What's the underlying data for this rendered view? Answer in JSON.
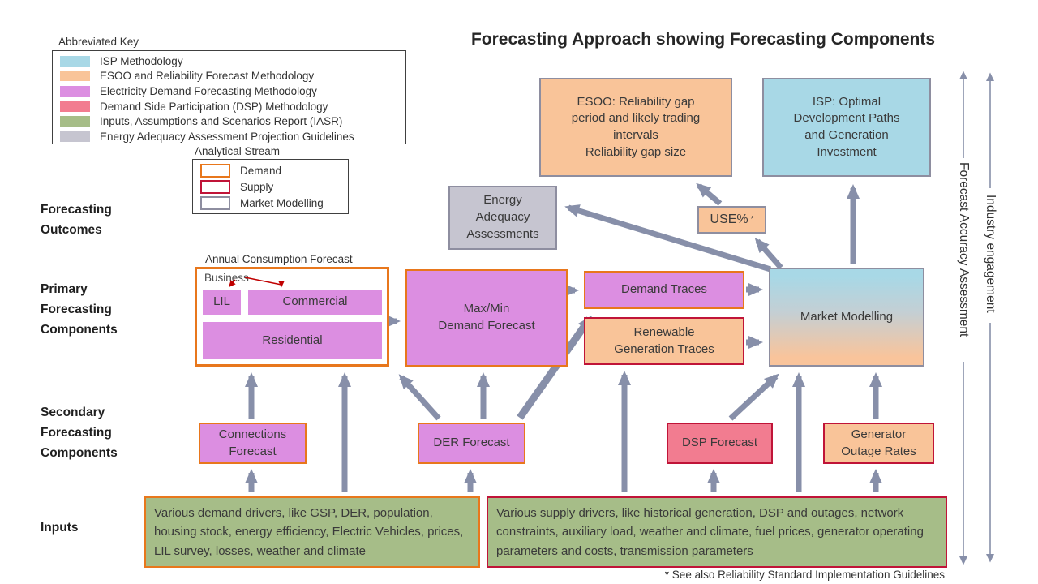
{
  "title": "Forecasting Approach showing Forecasting Components",
  "abbreviated_key": {
    "title": "Abbreviated Key",
    "items": [
      {
        "label": "ISP Methodology",
        "color": "#A8D8E6"
      },
      {
        "label": "ESOO and Reliability Forecast Methodology",
        "color": "#F9C499"
      },
      {
        "label": "Electricity Demand Forecasting Methodology",
        "color": "#DC8EE1"
      },
      {
        "label": "Demand Side Participation (DSP) Methodology",
        "color": "#F27C90"
      },
      {
        "label": "Inputs, Assumptions and Scenarios Report (IASR)",
        "color": "#A6BD88"
      },
      {
        "label": "Energy Adequacy Assessment Projection Guidelines",
        "color": "#C6C5D0"
      }
    ]
  },
  "analytical_stream": {
    "title": "Analytical Stream",
    "items": [
      {
        "label": "Demand",
        "border_color": "#E8771C"
      },
      {
        "label": "Supply",
        "border_color": "#C01438"
      },
      {
        "label": "Market Modelling",
        "border_color": "#8E8EA0"
      }
    ]
  },
  "row_labels": {
    "outcomes": "Forecasting Outcomes",
    "primary": "Primary Forecasting Components",
    "secondary": "Secondary Forecasting Components",
    "inputs": "Inputs"
  },
  "boxes": {
    "esoo": {
      "lines": [
        "ESOO: Reliability gap",
        "period and likely trading",
        "intervals",
        "Reliability gap size"
      ]
    },
    "isp": {
      "lines": [
        "ISP: Optimal",
        "Development Paths",
        "and Generation",
        "Investment"
      ]
    },
    "eaa": {
      "lines": [
        "Energy",
        "Adequacy",
        "Assessments"
      ]
    },
    "use": {
      "label": "USE%",
      "sup": "*"
    },
    "acf": {
      "title": "Annual Consumption Forecast",
      "business": "Business",
      "lil": "LIL",
      "commercial": "Commercial",
      "residential": "Residential"
    },
    "maxmin": {
      "lines": [
        "Max/Min",
        "Demand Forecast"
      ]
    },
    "demand_traces": "Demand Traces",
    "renewable": {
      "lines": [
        "Renewable",
        "Generation Traces"
      ]
    },
    "market": "Market Modelling",
    "connections": {
      "lines": [
        "Connections",
        "Forecast"
      ]
    },
    "der": "DER Forecast",
    "dsp": "DSP Forecast",
    "generator_outage": {
      "lines": [
        "Generator",
        "Outage Rates"
      ]
    },
    "demand_inputs": "Various demand drivers, like GSP, DER, population, housing stock, energy efficiency, Electric Vehicles, prices, LIL survey, losses, weather and climate",
    "supply_inputs": "Various supply drivers, like historical generation, DSP and outages, network constraints, auxiliary load, weather and climate, fuel prices, generator operating parameters and costs, transmission parameters"
  },
  "side_labels": {
    "forecast_accuracy": "Forecast Accuracy Assessment",
    "industry_engagement": "Industry engagement"
  },
  "footnote": "*  See also Reliability Standard Implementation Guidelines",
  "colors": {
    "arrow": "#878FA9",
    "orange_border": "#E8771C",
    "crimson_border": "#C01438",
    "gray_border": "#8E8EA0",
    "red_annotation": "#C00000"
  }
}
